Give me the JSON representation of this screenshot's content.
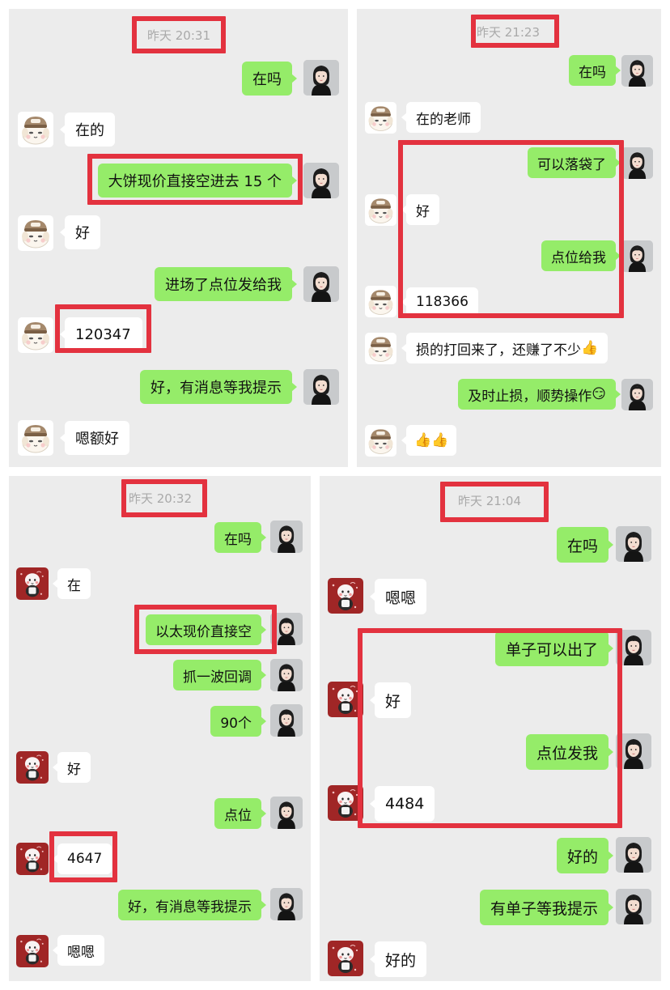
{
  "panels": [
    {
      "id": "a",
      "timestamp": "昨天 20:31",
      "messages": [
        {
          "side": "sent",
          "text": "在吗"
        },
        {
          "side": "recv",
          "text": "在的"
        },
        {
          "side": "sent",
          "text": "大饼现价直接空进去 15 个"
        },
        {
          "side": "recv",
          "text": "好"
        },
        {
          "side": "sent",
          "text": "进场了点位发给我"
        },
        {
          "side": "recv",
          "text": "120347"
        },
        {
          "side": "sent",
          "text": "好，有消息等我提示"
        },
        {
          "side": "recv",
          "text": "嗯额好"
        }
      ]
    },
    {
      "id": "b",
      "timestamp": "昨天 21:23",
      "messages": [
        {
          "side": "sent",
          "text": "在吗"
        },
        {
          "side": "recv",
          "text": "在的老师"
        },
        {
          "side": "sent",
          "text": "可以落袋了"
        },
        {
          "side": "recv",
          "text": "好"
        },
        {
          "side": "sent",
          "text": "点位给我"
        },
        {
          "side": "recv",
          "text": "118366"
        },
        {
          "side": "recv",
          "text": "损的打回来了，还赚了不少"
        },
        {
          "side": "sent",
          "text": "及时止损，顺势操作"
        },
        {
          "side": "recv",
          "text": ""
        }
      ]
    },
    {
      "id": "c",
      "timestamp": "昨天 20:32",
      "messages": [
        {
          "side": "sent",
          "text": "在吗"
        },
        {
          "side": "recv",
          "text": "在"
        },
        {
          "side": "sent",
          "text": "以太现价直接空"
        },
        {
          "side": "sent",
          "text": "抓一波回调"
        },
        {
          "side": "sent",
          "text": "90个"
        },
        {
          "side": "recv",
          "text": "好"
        },
        {
          "side": "sent",
          "text": "点位"
        },
        {
          "side": "recv",
          "text": "4647"
        },
        {
          "side": "sent",
          "text": "好，有消息等我提示"
        },
        {
          "side": "recv",
          "text": "嗯嗯"
        }
      ]
    },
    {
      "id": "d",
      "timestamp": "昨天 21:04",
      "messages": [
        {
          "side": "sent",
          "text": "在吗"
        },
        {
          "side": "recv",
          "text": "嗯嗯"
        },
        {
          "side": "sent",
          "text": "单子可以出了"
        },
        {
          "side": "recv",
          "text": "好"
        },
        {
          "side": "sent",
          "text": "点位发我"
        },
        {
          "side": "recv",
          "text": "4484"
        },
        {
          "side": "sent",
          "text": "好的"
        },
        {
          "side": "sent",
          "text": "有单子等我提示"
        },
        {
          "side": "recv",
          "text": "好的"
        }
      ]
    }
  ],
  "emoji": {
    "thumbs_up": "👍",
    "smirk_face": "😏"
  },
  "colors": {
    "sent_bubble": "#95ec69",
    "recv_bubble": "#ffffff",
    "panel_bg": "#ececec",
    "highlight": "#e3323f",
    "timestamp": "#a9a9a9"
  },
  "icons": {
    "self_avatar": "woman-portrait-avatar",
    "contact_avatar_light": "puppy-cartoon-avatar",
    "contact_avatar_red": "red-cartoon-avatar"
  }
}
